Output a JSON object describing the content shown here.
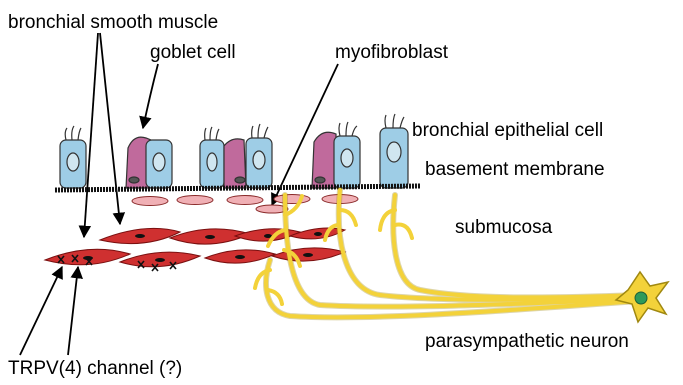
{
  "labels": {
    "bronchial_smooth_muscle": "bronchial smooth muscle",
    "goblet_cell": "goblet cell",
    "myofibroblast": "myofibroblast",
    "bronchial_epithelial_cell": "bronchial epithelial cell",
    "basement_membrane": "basement membrane",
    "submucosa": "submucosa",
    "parasympathetic_neuron": "parasympathetic neuron",
    "trpv4_channel": "TRPV(4) channel (?)"
  },
  "colors": {
    "epithelial": "#9ecde6",
    "goblet": "#c06a9c",
    "muscle": "#cf3030",
    "myofibroblast": "#f0b0b5",
    "nerve": "#f3d23a",
    "membrane": "#111111",
    "neuron_nucleus": "#2f9a5a"
  }
}
